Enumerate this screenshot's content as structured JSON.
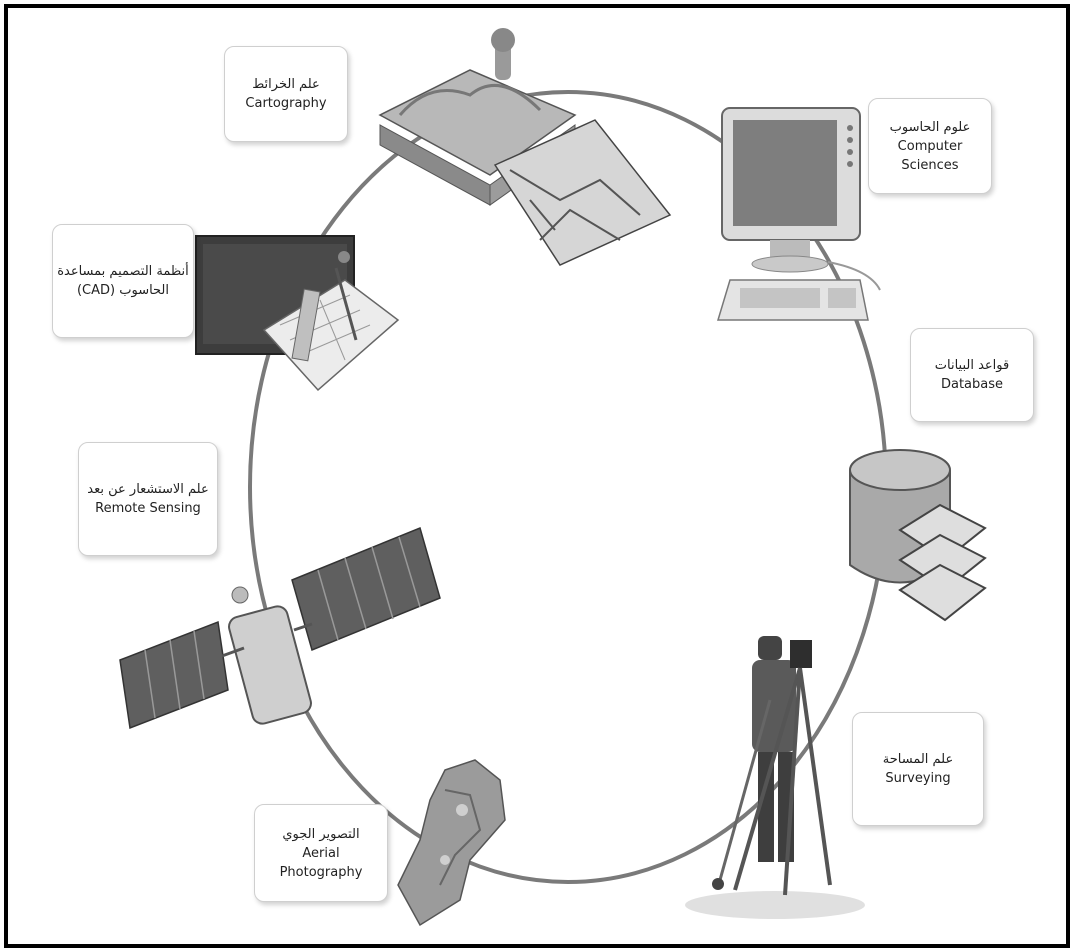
{
  "nodes": [
    {
      "id": "cartography",
      "ar": "علم الخرائط",
      "en": [
        "Cartography"
      ]
    },
    {
      "id": "computer",
      "ar": "علوم الحاسوب",
      "en": [
        "Computer",
        "Sciences"
      ]
    },
    {
      "id": "database",
      "ar": "قواعد البيانات",
      "en": [
        "Database"
      ]
    },
    {
      "id": "surveying",
      "ar": "علم المساحة",
      "en": [
        "Surveying"
      ]
    },
    {
      "id": "aerial",
      "ar": "التصوير الجوي",
      "en": [
        "Aerial",
        "Photography"
      ]
    },
    {
      "id": "remote",
      "ar": "علم الاستشعار عن بعد",
      "en": [
        "Remote Sensing"
      ]
    },
    {
      "id": "cad",
      "ar": "أنظمة التصميم بمساعدة",
      "en": [
        "الحاسوب (CAD)"
      ]
    }
  ],
  "icons": [
    "map-stack-icon",
    "desktop-computer-icon",
    "database-cylinder-icon",
    "surveyor-icon",
    "aerial-photo-icon",
    "satellite-icon",
    "cad-screen-icon"
  ],
  "colors": {
    "circle": "#7a7a7a",
    "border": "#000000",
    "box_border": "#cfcfcf"
  }
}
